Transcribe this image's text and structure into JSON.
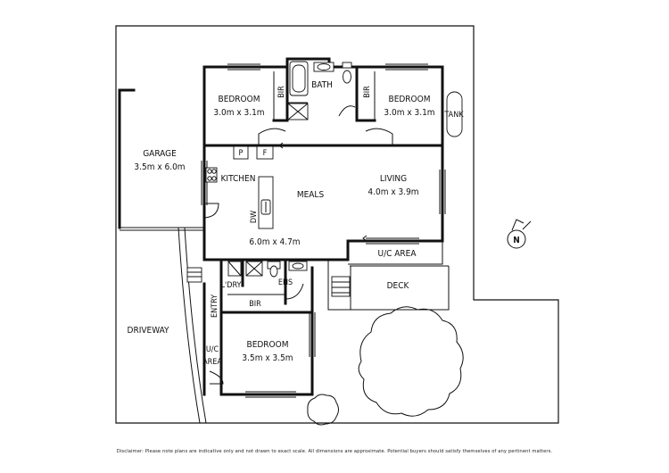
{
  "rooms": {
    "bed_left": {
      "name": "BEDROOM",
      "size": "3.0m x 3.1m"
    },
    "bath": {
      "name": "BATH"
    },
    "bir1": {
      "name": "BIR"
    },
    "bir2": {
      "name": "BIR"
    },
    "bed_right": {
      "name": "BEDROOM",
      "size": "3.0m x 3.1m"
    },
    "tank": {
      "name": "TANK"
    },
    "garage": {
      "name": "GARAGE",
      "size": "3.5m x 6.0m"
    },
    "pantry": {
      "name": "P"
    },
    "fridge": {
      "name": "F"
    },
    "kitchen": {
      "name": "KITCHEN"
    },
    "meals": {
      "name": "MEALS",
      "size": "6.0m x 4.7m"
    },
    "dw": {
      "name": "DW"
    },
    "living": {
      "name": "LIVING",
      "size": "4.0m x 3.9m"
    },
    "uc_top": {
      "name": "U/C AREA"
    },
    "deck": {
      "name": "DECK"
    },
    "ldry": {
      "name": "L'DRY"
    },
    "ens": {
      "name": "ENS"
    },
    "bir3": {
      "name": "BIR"
    },
    "entry": {
      "name": "ENTRY"
    },
    "driveway": {
      "name": "DRIVEWAY"
    },
    "uc_area": {
      "line1": "U/C",
      "line2": "AREA"
    },
    "bed_bottom": {
      "name": "BEDROOM",
      "size": "3.5m x 3.5m"
    }
  },
  "compass": {
    "label": "N"
  },
  "disclaimer": "Disclaimer: Please note plans are indicative only and not drawn to exact scale. All dimensions are approximate. Potential buyers should satisfy themselves of any pertinent matters."
}
